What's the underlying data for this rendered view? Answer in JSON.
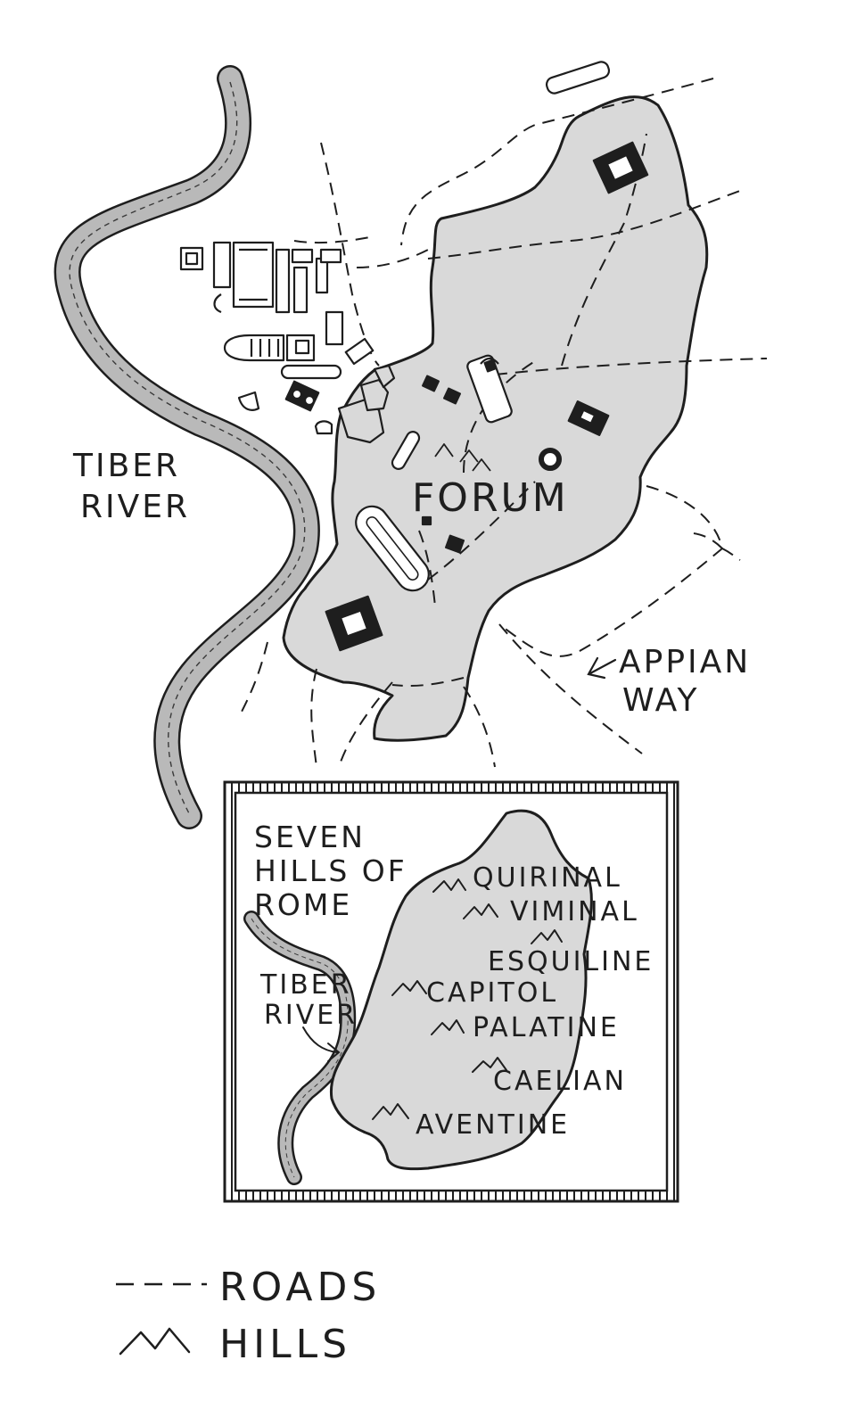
{
  "main_map": {
    "labels": {
      "forum": "FORUM",
      "river_line1": "TIBER",
      "river_line2": "RIVER",
      "appian_line1": "APPIAN",
      "appian_line2": "WAY"
    }
  },
  "inset_map": {
    "title_line1": "SEVEN",
    "title_line2": "HILLS OF",
    "title_line3": "ROME",
    "river_line1": "TIBER",
    "river_line2": "RIVER",
    "hills": [
      "QUIRINAL",
      "VIMINAL",
      "ESQUILINE",
      "CAPITOL",
      "PALATINE",
      "CAELIAN",
      "AVENTINE"
    ]
  },
  "legend": {
    "roads": "ROADS",
    "hills": "HILLS"
  },
  "colors": {
    "ink": "#1e1e1e",
    "city_wash": "#d9d9d9",
    "river_fill": "#b9b9b9",
    "paper": "#ffffff"
  }
}
